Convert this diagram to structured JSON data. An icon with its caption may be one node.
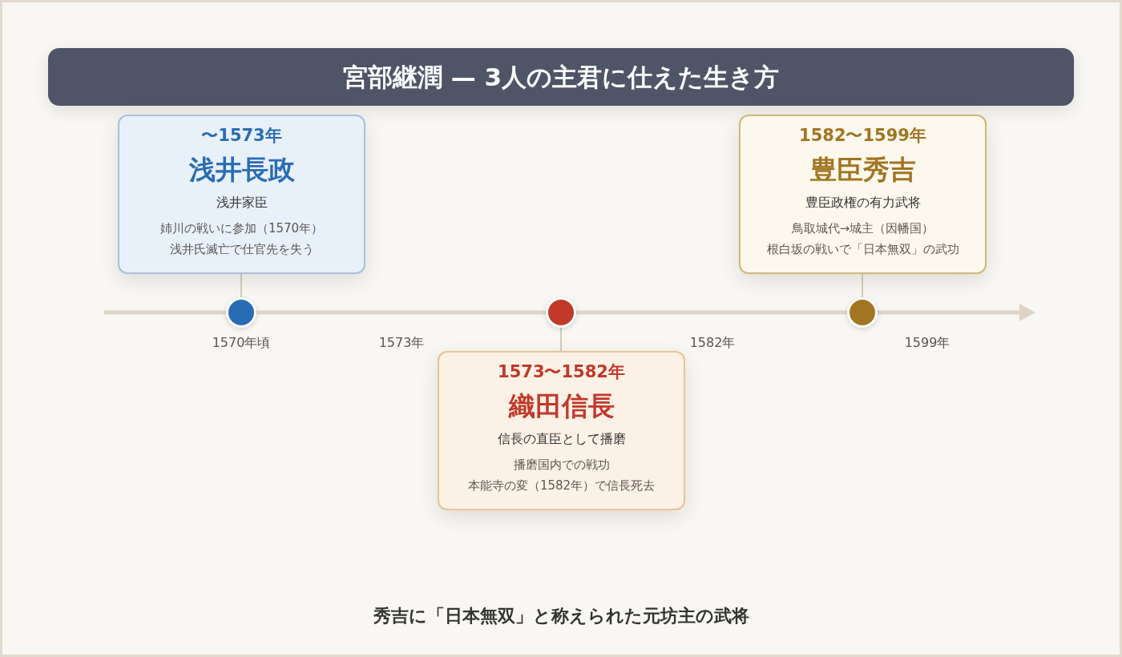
{
  "diagram": {
    "title": "宮部継潤 — 3人の主君に仕えた生き方",
    "caption": "秀吉に「日本無双」と称えられた元坊主の武将",
    "nodes": [
      {
        "text": [
          "〜1573年",
          "浅井長政",
          "浅井家臣",
          "姉川の戦いに参加（1570年）",
          "浅井氏滅亡で仕官先を失う"
        ]
      },
      {
        "text": [
          "1582〜1599年",
          "豊臣秀吉",
          "豊臣政権の有力武将",
          "鳥取城代→城主（因幡国）",
          "根白坂の戦いで「日本無双」の武功"
        ]
      },
      {
        "text": [],
        "shape": "circle"
      },
      {
        "text": [],
        "shape": "circle"
      },
      {
        "text": [],
        "shape": "circle"
      },
      {
        "text": [
          "1573〜1582年",
          "織田信長",
          "信長の直臣として播磨",
          "播磨国内での戦功",
          "本能寺の変（1582年）で信長死去"
        ]
      }
    ],
    "edges": [
      {
        "from": 0,
        "to": 2,
        "arrow": "none"
      },
      {
        "from": 5,
        "to": 3,
        "arrow": "none"
      },
      {
        "from": 1,
        "to": 4,
        "arrow": "none"
      }
    ],
    "labels": [
      "1570年頃",
      "1573年",
      "1582年",
      "1599年"
    ]
  }
}
